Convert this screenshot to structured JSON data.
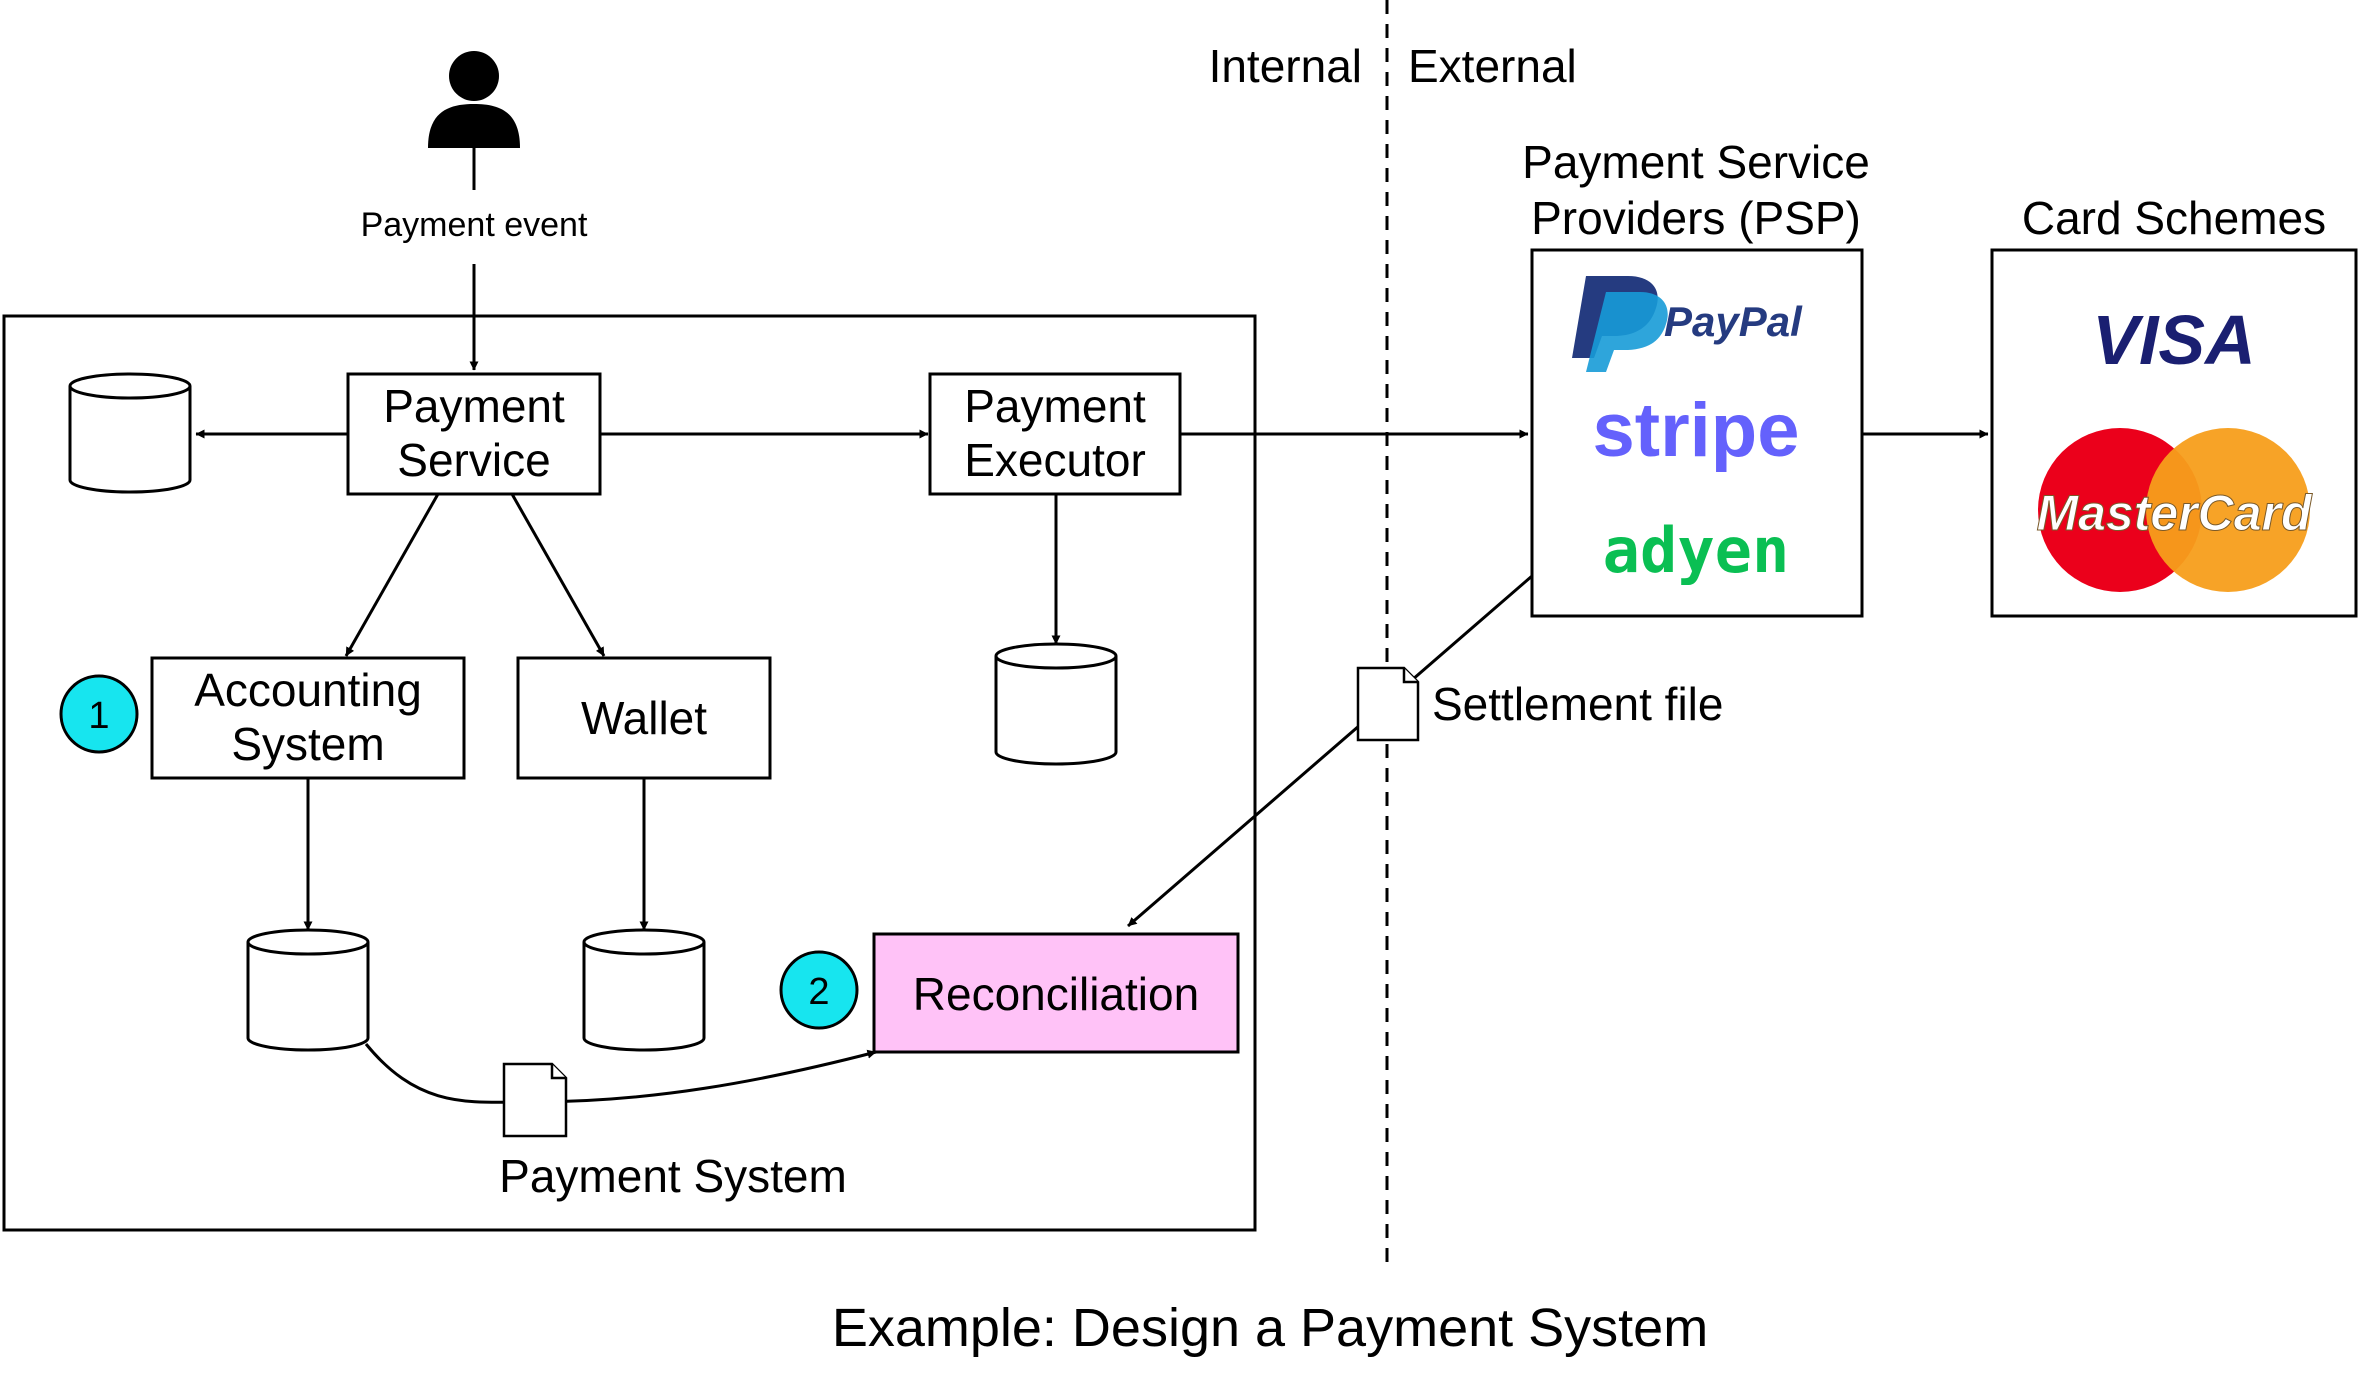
{
  "caption": "Example: Design a Payment System",
  "boundary": {
    "internal": "Internal",
    "external": "External"
  },
  "actor": {
    "label": "Payment event"
  },
  "system": {
    "label": "Payment System"
  },
  "nodes": {
    "payment_service": [
      "Payment",
      "Service"
    ],
    "payment_executor": [
      "Payment",
      "Executor"
    ],
    "accounting_system": [
      "Accounting",
      "System"
    ],
    "wallet": "Wallet",
    "reconciliation": "Reconciliation"
  },
  "badges": {
    "accounting": "1",
    "reconciliation": "2"
  },
  "psp": {
    "title": [
      "Payment Service",
      "Providers (PSP)"
    ],
    "logos": [
      "PayPal",
      "stripe",
      "adyen"
    ]
  },
  "card_schemes": {
    "title": "Card Schemes",
    "logos": [
      "VISA",
      "MasterCard"
    ]
  },
  "settlement": {
    "label": "Settlement file"
  },
  "colors": {
    "badge": "#17e5ef",
    "reconciliation_fill": "#ffc2f7",
    "paypal_dark": "#253b80",
    "paypal_light": "#179bd7",
    "stripe": "#6461fc",
    "adyen": "#0abf53",
    "visa": "#1a1f71",
    "mastercard_red": "#eb001b",
    "mastercard_orange": "#f79e1b"
  }
}
